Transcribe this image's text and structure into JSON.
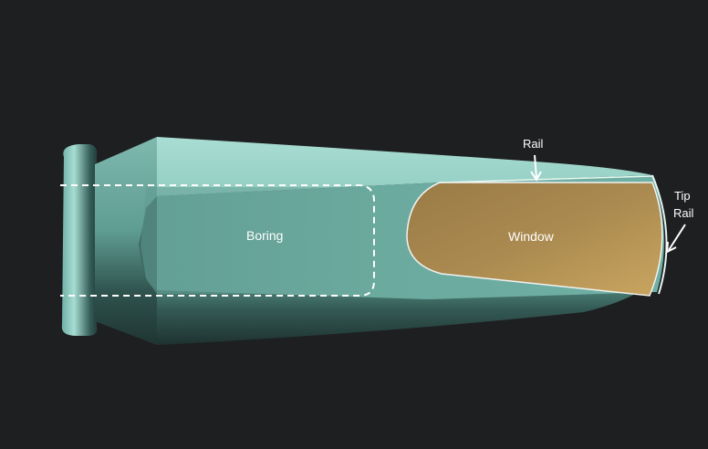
{
  "labels": {
    "rail": "Rail",
    "tip": "Tip",
    "tip_rail": "Rail",
    "boring": "Boring",
    "window": "Window"
  },
  "colors": {
    "background": "#1e1f20",
    "body_light": "#9fd6cc",
    "body_dark": "#2b4a46",
    "table": "#6aa79c",
    "window_dark": "#9a7a44",
    "window_light": "#c8a45e",
    "outline": "#ffffff"
  }
}
